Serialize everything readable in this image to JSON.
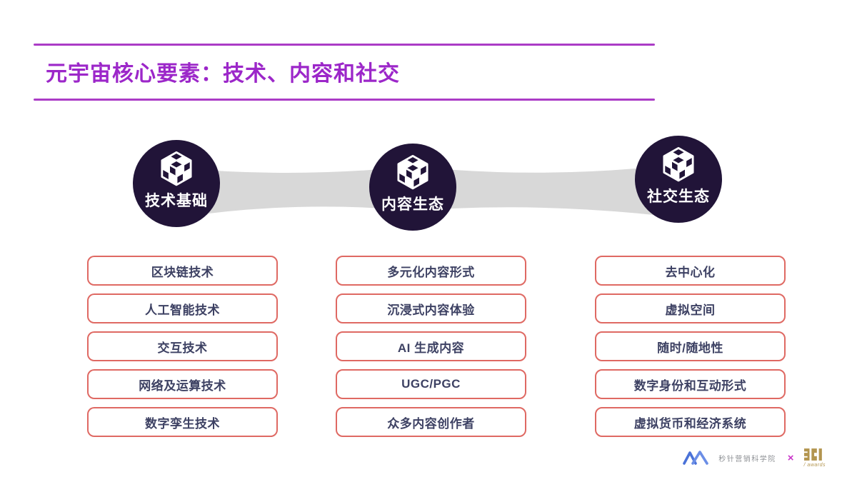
{
  "slide": {
    "title": "元宇宙核心要素：技术、内容和社交"
  },
  "nodes": [
    {
      "label": "技术基础",
      "icon": "cube-icon"
    },
    {
      "label": "内容生态",
      "icon": "cube-icon"
    },
    {
      "label": "社交生态",
      "icon": "cube-icon"
    }
  ],
  "columns": [
    {
      "items": [
        "区块链技术",
        "人工智能技术",
        "交互技术",
        "网络及运算技术",
        "数字孪生技术"
      ]
    },
    {
      "items": [
        "多元化内容形式",
        "沉浸式内容体验",
        "AI 生成内容",
        "UGC/PGC",
        "众多内容创作者"
      ]
    },
    {
      "items": [
        "去中心化",
        "虚拟空间",
        "随时/随地性",
        "数字身份和互动形式",
        "虚拟货币和经济系统"
      ]
    }
  ],
  "footer": {
    "miaozhen": "秒针营销科学院",
    "separator": "×",
    "eci": "ECI",
    "eci_sub": "/ awards"
  },
  "colors": {
    "title_purple": "#9c27c9",
    "rule_purple": "#ab3cc6",
    "node_fill": "#211438",
    "ribbon_gray": "#d8d8d8",
    "box_border_red": "#df6963",
    "box_text_navy": "#3d4163",
    "miaozhen_blue": "#4a72d8",
    "eci_gold": "#b3954f",
    "separator_magenta": "#c935c9"
  }
}
